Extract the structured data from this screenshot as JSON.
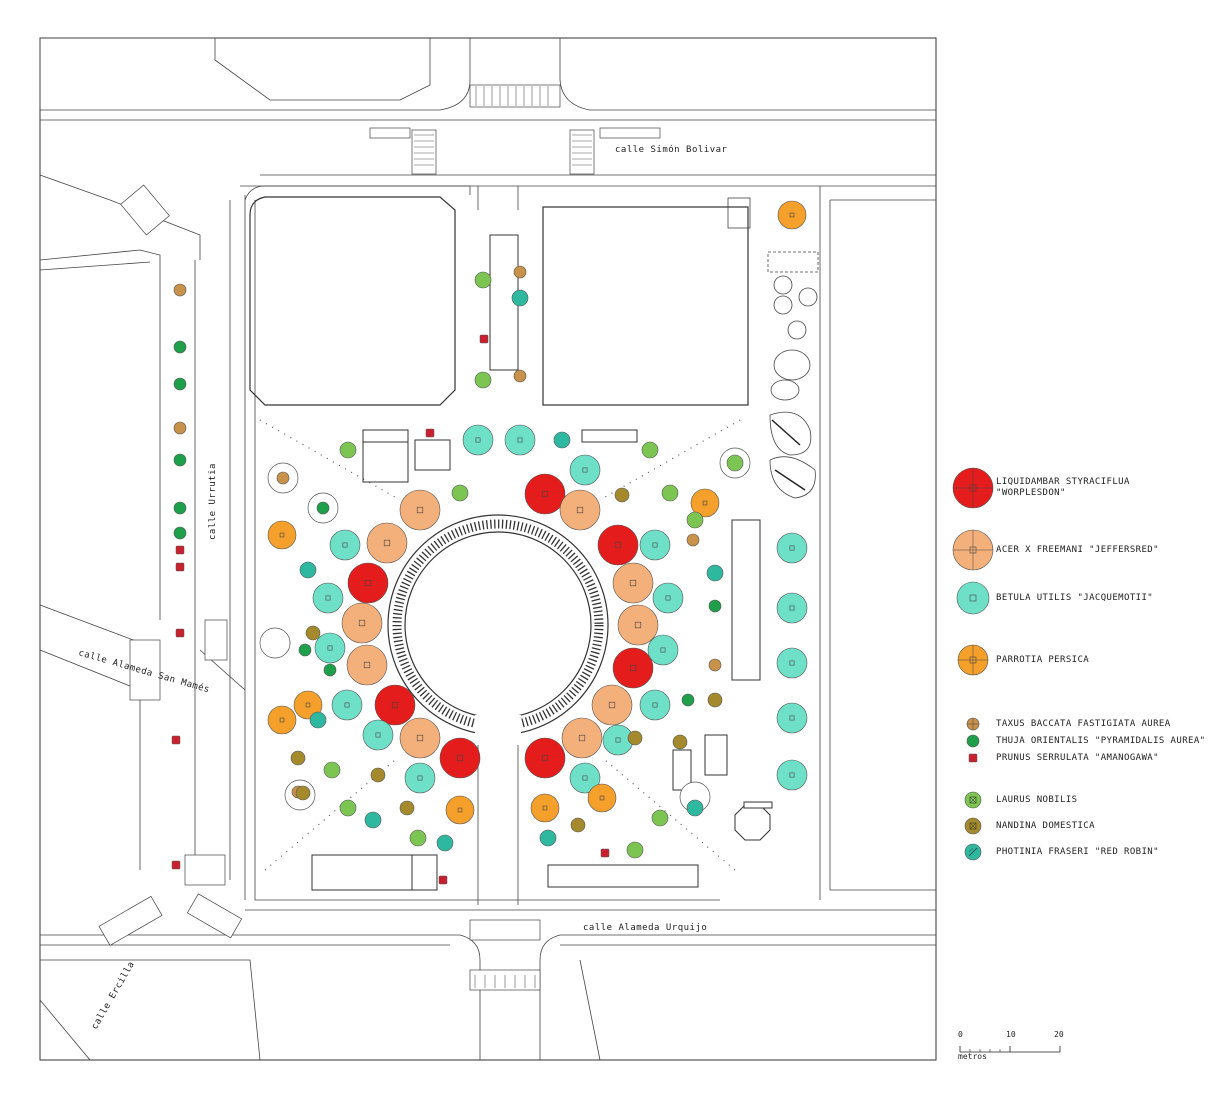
{
  "streets": {
    "top": "calle Simón Bolivar",
    "left": "calle Urrutia",
    "diagonal": "calle Alameda San Mamés",
    "bottom": "calle Alameda Urquijo",
    "bottom_left": "calle Ercilla"
  },
  "legend": [
    {
      "label": "LIQUIDAMBAR STYRACIFLUA\n\"WORPLESDON\"",
      "color": "#e41c1c",
      "size": "xl"
    },
    {
      "label": "ACER X FREEMANI \"JEFFERSRED\"",
      "color": "#f4b07a",
      "size": "xl"
    },
    {
      "label": "BETULA UTILIS \"JACQUEMOTII\"",
      "color": "#6fe0c8",
      "size": "lg"
    },
    {
      "label": "PARROTIA PERSICA",
      "color": "#f5a02a",
      "size": "md"
    },
    {
      "label": "TAXUS BACCATA FASTIGIATA AUREA",
      "color": "#c8924a",
      "size": "xs"
    },
    {
      "label": "THUJA ORIENTALIS \"PYRAMIDALIS AUREA\"",
      "color": "#1ea04b",
      "size": "xs"
    },
    {
      "label": "PRUNUS SERRULATA \"AMANOGAWA\"",
      "color": "#c8202e",
      "size": "xxs"
    },
    {
      "label": "LAURUS NOBILIS",
      "color": "#7cc553",
      "size": "sm"
    },
    {
      "label": "NANDINA DOMESTICA",
      "color": "#a48a2c",
      "size": "sm"
    },
    {
      "label": "PHOTINIA FRASERI \"RED ROBIN\"",
      "color": "#2fb8a0",
      "size": "sm"
    }
  ],
  "scale": {
    "ticks": [
      "0",
      "10",
      "20"
    ],
    "unit": "metros"
  }
}
